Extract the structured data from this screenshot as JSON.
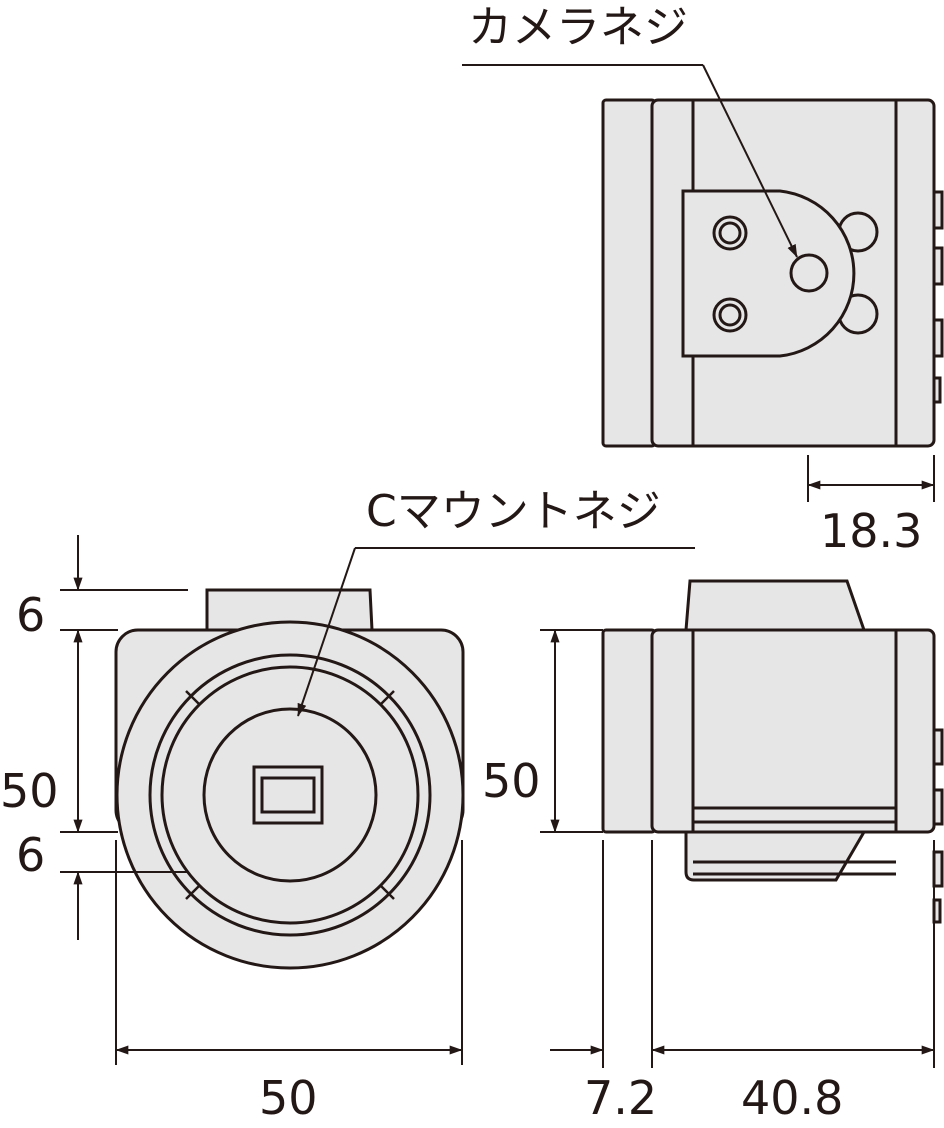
{
  "labels": {
    "camera_screw": "カメラネジ",
    "c_mount_screw": "Cマウントネジ"
  },
  "dimensions": {
    "top_margin": "6",
    "front_height": "50",
    "bottom_margin": "6",
    "front_width": "50",
    "side_height": "50",
    "front_depth": "7.2",
    "body_depth": "40.8",
    "screw_offset": "18.3"
  },
  "colors": {
    "body_fill": "#e6e6e6",
    "stroke": "#231815",
    "background": "#ffffff"
  }
}
